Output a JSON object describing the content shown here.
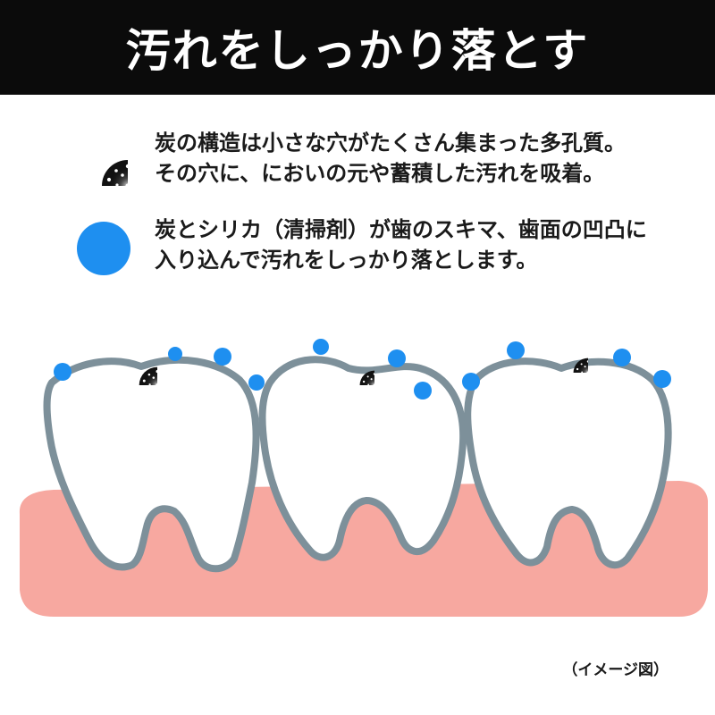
{
  "header": {
    "title": "汚れをしっかり落とす"
  },
  "points": [
    {
      "icon": "charcoal-particle-icon",
      "lines": [
        "炭の構造は小さな穴がたくさん集まった多孔質。",
        "その穴に、においの元や蓄積した汚れを吸着。"
      ]
    },
    {
      "icon": "silica-particle-icon",
      "lines": [
        "炭とシリカ（清掃剤）が歯のスキマ、歯面の凹凸に",
        "入り込んで汚れをしっかり落とします。"
      ]
    }
  ],
  "caption": "（イメージ図）",
  "colors": {
    "header_bg": "#0b0b0b",
    "silica": "#1e8ff0",
    "gum": "#f7a8a0",
    "tooth_outline": "#7d909a",
    "charcoal": "#111111"
  }
}
